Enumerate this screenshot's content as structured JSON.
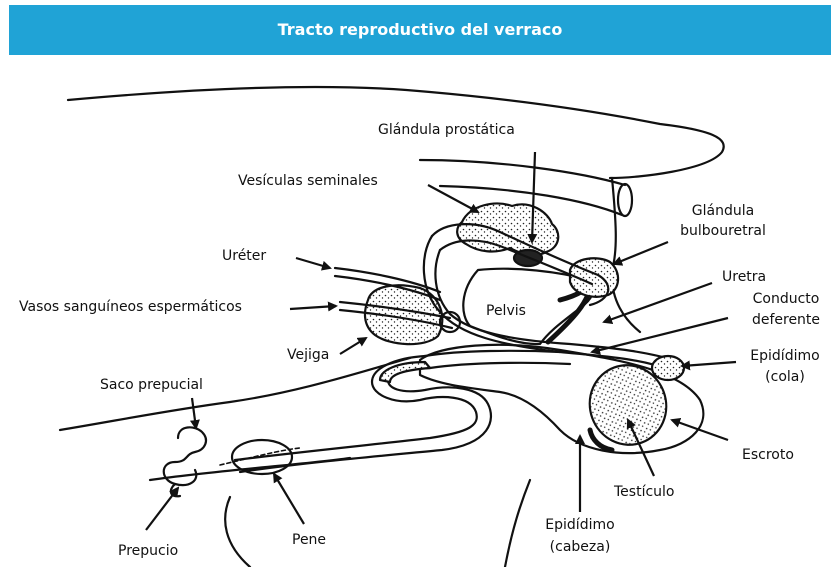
{
  "header": {
    "title": "Tracto reproductivo del verraco",
    "banner_color": "#20a3d6"
  },
  "labels": {
    "prostate": "Glándula prostática",
    "seminal_vesicles": "Vesículas seminales",
    "bulbourethral_1": "Glándula",
    "bulbourethral_2": "bulbouretral",
    "ureter": "Uréter",
    "urethra": "Uretra",
    "spermatic_vessels": "Vasos sanguíneos espermáticos",
    "vas_deferens_1": "Conducto",
    "vas_deferens_2": "deferente",
    "pelvis": "Pelvis",
    "bladder": "Vejiga",
    "epididymis_tail_1": "Epidídimo",
    "epididymis_tail_2": "(cola)",
    "preputial_sac": "Saco prepucial",
    "scrotum": "Escroto",
    "testicle": "Testículo",
    "epididymis_head_1": "Epidídimo",
    "epididymis_head_2": "(cabeza)",
    "penis": "Pene",
    "prepuce": "Prepucio"
  }
}
